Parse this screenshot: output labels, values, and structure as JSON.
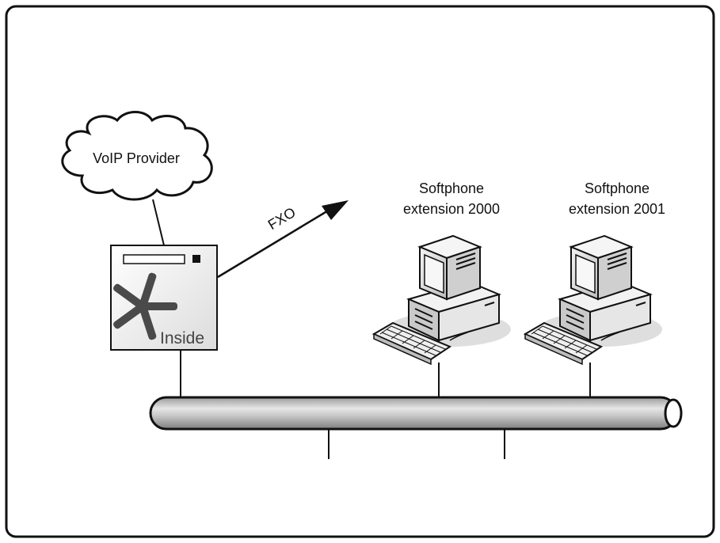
{
  "cloud": {
    "label": "VoIP Provider"
  },
  "server": {
    "brand_text": "Inside",
    "logo_icon": "asterisk-icon"
  },
  "link": {
    "label": "FXO"
  },
  "computers": [
    {
      "line1": "Softphone",
      "line2": "extension 2000",
      "icon": "desktop-computer-icon"
    },
    {
      "line1": "Softphone",
      "line2": "extension 2001",
      "icon": "desktop-computer-icon"
    }
  ],
  "colors": {
    "stroke": "#111111",
    "pipe_light": "#d0d0d0",
    "pipe_dark": "#8f8f8f",
    "shadow": "#d9d9d9"
  }
}
